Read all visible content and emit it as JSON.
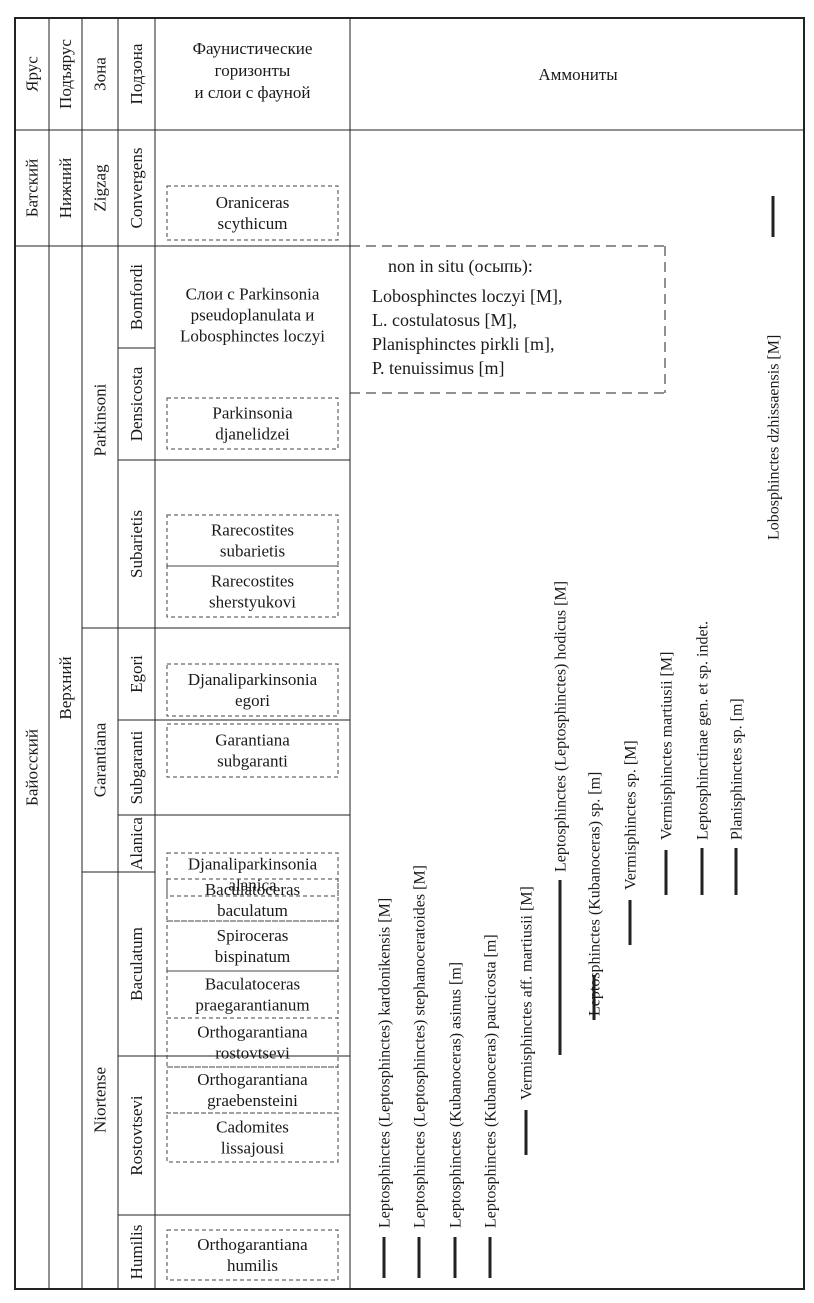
{
  "headers": {
    "stage": "Ярус",
    "substage": "Подъярус",
    "zone": "Зона",
    "subzone": "Подзона",
    "fauna": [
      "Фаунистические",
      "горизонты",
      "и слои с фауной"
    ],
    "ammonites": "Аммониты"
  },
  "stages": [
    {
      "name": "Батский"
    },
    {
      "name": "Байосский"
    }
  ],
  "substages": [
    {
      "name": "Нижний"
    },
    {
      "name": "Верхний"
    }
  ],
  "zones": [
    {
      "name": "Zigzag"
    },
    {
      "name": "Parkinsoni"
    },
    {
      "name": "Garantiana"
    },
    {
      "name": "Niortense"
    }
  ],
  "subzones": [
    {
      "name": "Convergens"
    },
    {
      "name": "Bomfordi"
    },
    {
      "name": "Densicosta"
    },
    {
      "name": "Subarietis"
    },
    {
      "name": "Egori"
    },
    {
      "name": "Subgaranti"
    },
    {
      "name": "Alanica"
    },
    {
      "name": "Baculatum"
    },
    {
      "name": "Rostovtsevi"
    },
    {
      "name": "Humilis"
    }
  ],
  "faunal_horizons": [
    {
      "lines": [
        "Oraniceras",
        "scythicum"
      ],
      "boxed": true
    },
    {
      "lines": [
        "Слои с Parkinsonia",
        "pseudoplanulata и",
        "Lobosphinctes loczyi"
      ],
      "boxed": false
    },
    {
      "lines": [
        "Parkinsonia",
        "djanelidzei"
      ],
      "boxed": true
    },
    {
      "lines": [
        "Rarecostites",
        "subarietis"
      ],
      "boxed": true
    },
    {
      "lines": [
        "Rarecostites",
        "sherstyukovi"
      ],
      "boxed": true
    },
    {
      "lines": [
        "Djanaliparkinsonia",
        "egori"
      ],
      "boxed": true
    },
    {
      "lines": [
        "Garantiana",
        "subgaranti"
      ],
      "boxed": true
    },
    {
      "lines": [
        "Djanaliparkinsonia",
        "alanica"
      ],
      "boxed": true
    },
    {
      "lines": [
        "Baculatoceras",
        "baculatum"
      ],
      "boxed": true
    },
    {
      "lines": [
        "Spiroceras",
        "bispinatum"
      ],
      "boxed": true
    },
    {
      "lines": [
        "Baculatoceras",
        "praegarantianum"
      ],
      "boxed": true
    },
    {
      "lines": [
        "Orthogarantiana",
        "rostovtsevi"
      ],
      "boxed": true
    },
    {
      "lines": [
        "Orthogarantiana",
        "graebensteini"
      ],
      "boxed": true
    },
    {
      "lines": [
        "Cadomites",
        "lissajousi"
      ],
      "boxed": true
    },
    {
      "lines": [
        "Orthogarantiana",
        "humilis"
      ],
      "boxed": true
    }
  ],
  "non_in_situ": {
    "title": "non in situ (осыпь):",
    "items": [
      "Lobosphinctes loczyi [M],",
      "L. costulatosus [M],",
      "Planisphinctes pirkli [m],",
      "P. tenuissimus [m]"
    ]
  },
  "ammonite_ranges": [
    {
      "taxon": "Leptosphinctes (Leptosphinctes) kardonikensis [M]"
    },
    {
      "taxon": "Leptosphinctes (Leptosphinctes) stephanoceratoides [M]"
    },
    {
      "taxon": "Leptosphinctes (Kubanoceras) asinus [m]"
    },
    {
      "taxon": "Leptosphinctes (Kubanoceras) paucicosta [m]"
    },
    {
      "taxon": "Vermisphinctes aff. martiusii [M]"
    },
    {
      "taxon": "Leptosphinctes (Leptosphinctes) hodicus [M]"
    },
    {
      "taxon": "Leptosphinctes (Kubanoceras) sp. [m]"
    },
    {
      "taxon": "Vermisphinctes sp. [M]"
    },
    {
      "taxon": "Vermisphinctes martiusii [M]"
    },
    {
      "taxon": "Leptosphinctinae gen. et sp. indet."
    },
    {
      "taxon": "Planisphinctes sp. [m]"
    },
    {
      "taxon": "Lobosphinctes dzhissaensis [M]"
    }
  ]
}
